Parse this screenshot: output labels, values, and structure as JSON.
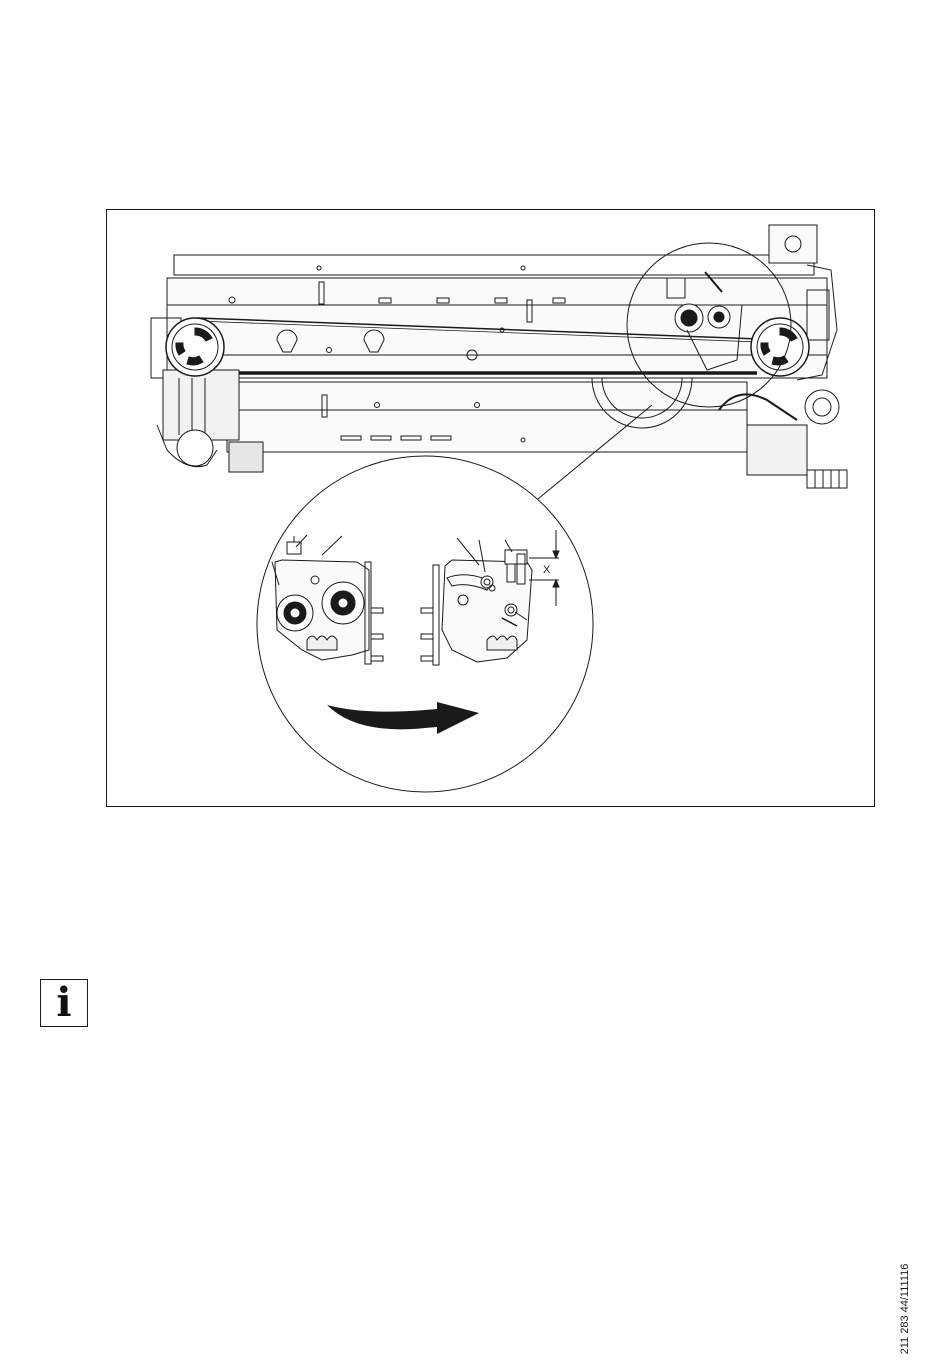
{
  "figure": {
    "dimension_label": "X",
    "drawing_code": "211 283 44/111116"
  },
  "info": {
    "icon": "info-icon",
    "glyph": "i"
  },
  "colors": {
    "line": "#1a1a1a",
    "fill_light": "#f2f2f2",
    "fill_mid": "#d9d9d9",
    "fill_dark": "#1a1a1a"
  }
}
